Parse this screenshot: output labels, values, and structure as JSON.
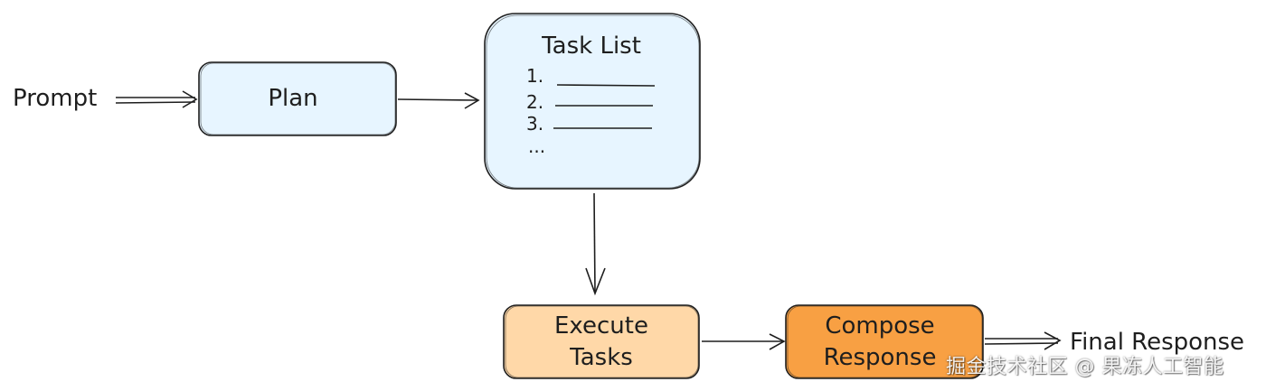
{
  "diagram": {
    "input_label": "Prompt",
    "plan_label": "Plan",
    "task_list": {
      "title": "Task List",
      "items": [
        "1.",
        "2.",
        "3.",
        "..."
      ]
    },
    "execute_label_line1": "Execute",
    "execute_label_line2": "Tasks",
    "compose_label_line1": "Compose",
    "compose_label_line2": "Response",
    "output_label": "Final Response"
  },
  "watermark": "掘金技术社区 @ 果冻人工智能",
  "colors": {
    "stroke": "#1e1e1e",
    "plan_fill": "#e7f5ff",
    "task_list_fill": "#e7f5ff",
    "execute_fill": "#ffd8a8",
    "compose_fill": "#f8a043"
  }
}
